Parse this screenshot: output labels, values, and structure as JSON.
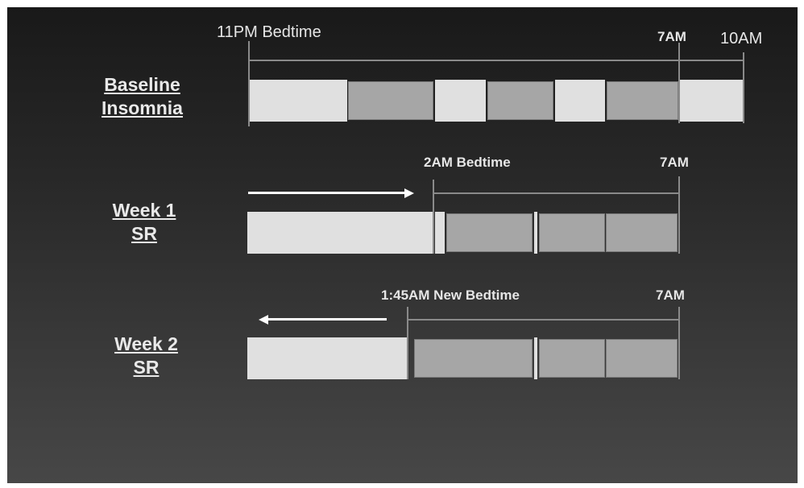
{
  "rows": {
    "baseline": {
      "label_line1": "Baseline",
      "label_line2": "Insomnia",
      "start_label": "11PM Bedtime",
      "wake_label": "7AM",
      "end_label": "10AM",
      "segments": [
        "awake",
        "sleep",
        "awake",
        "sleep",
        "awake",
        "sleep",
        "awake"
      ]
    },
    "week1": {
      "label_line1": "Week 1",
      "label_line2": "SR",
      "start_label": "2AM Bedtime",
      "end_label": "7AM",
      "segments": [
        "awake",
        "sleep",
        "sleep",
        "sleep"
      ],
      "arrow_direction": "right"
    },
    "week2": {
      "label_line1": "Week 2",
      "label_line2": "SR",
      "start_label": "1:45AM New Bedtime",
      "end_label": "7AM",
      "segments": [
        "awake",
        "sleep",
        "sleep",
        "sleep"
      ],
      "arrow_direction": "left"
    }
  },
  "colors": {
    "awake": "#e0e0e0",
    "sleep": "#a6a6a6",
    "background_top": "#191919",
    "background_bottom": "#474747"
  }
}
